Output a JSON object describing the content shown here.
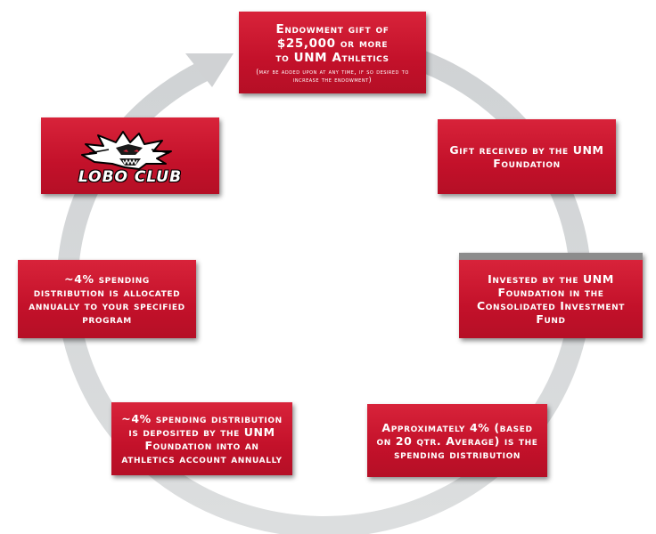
{
  "colors": {
    "box_red": "#c3112a",
    "ring_gray": "#d4d6d8",
    "text": "#ffffff"
  },
  "steps": {
    "endowment": {
      "line1": "Endowment gift of",
      "line2": "$25,000 or more",
      "line3": "to UNM Athletics",
      "note": "(may be added upon at any time, if so desired to increase the endowment)"
    },
    "received": {
      "text": "Gift received by the UNM Foundation"
    },
    "invested": {
      "text": "Invested by the UNM Foundation in the Consolidated Investment Fund"
    },
    "spending_rate": {
      "text": "Approximately 4% (based on 20 qtr. Average) is the spending distribution"
    },
    "deposited": {
      "text": "~4% spending distribution is deposited by the UNM Foundation into an athletics account annually"
    },
    "allocated": {
      "text": "~4% spending distribution is allocated annually to your specified program"
    }
  },
  "logo": {
    "text": "LOBO CLUB",
    "icon": "wolf-head-icon"
  }
}
